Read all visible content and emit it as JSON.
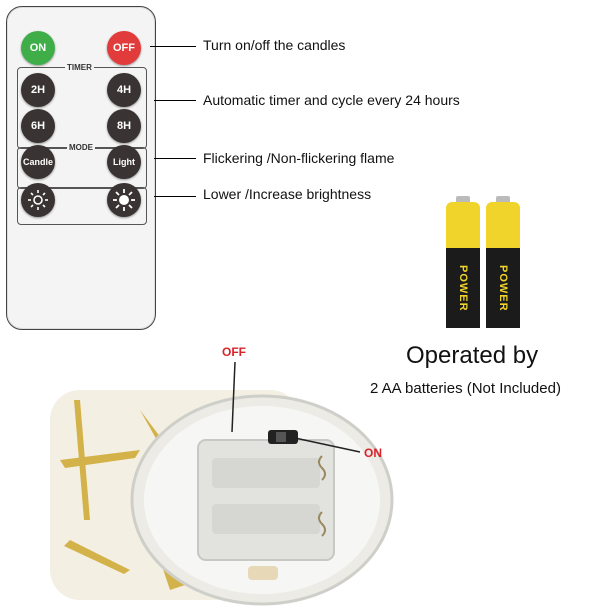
{
  "remote": {
    "on_label": "ON",
    "off_label": "OFF",
    "timer_label": "TIMER",
    "timer_buttons": [
      "2H",
      "4H",
      "6H",
      "8H"
    ],
    "mode_label": "MODE",
    "mode_buttons": [
      "Candle",
      "Light"
    ]
  },
  "callouts": [
    "Turn on/off the candles",
    "Automatic timer and cycle every 24 hours",
    "Flickering /Non-flickering flame",
    "Lower /Increase brightness"
  ],
  "batteries": {
    "label": "POWER"
  },
  "operated": {
    "headline": "Operated by",
    "subline": "2 AA batteries (Not Included)"
  },
  "switch": {
    "off_label": "OFF",
    "on_label": "ON"
  },
  "colors": {
    "on": "#3fae49",
    "off": "#e23b3b",
    "battery_yellow": "#f1d42b",
    "switch_label": "#d8232a"
  }
}
